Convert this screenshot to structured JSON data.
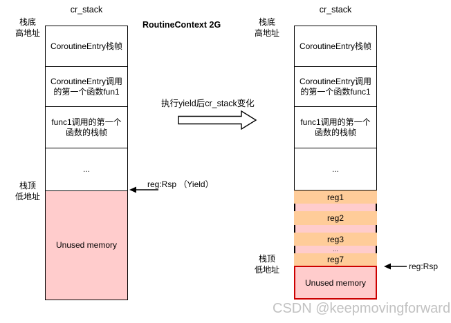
{
  "diagram_title": "RoutineContext 2G",
  "transition": {
    "label": "执行yield后cr_stack变化"
  },
  "left_stack": {
    "name": "cr_stack",
    "top_address_label": "栈底\n高地址",
    "bottom_address_label": "栈顶\n低地址",
    "cells": {
      "entry": "CoroutineEntry栈帧",
      "fun1": "CoroutineEntry调用的第一个函数fun1",
      "func1_callee": "func1调用的第一个函数的栈帧",
      "ellipsis": "...",
      "unused": "Unused memory"
    },
    "rsp_pointer": "reg:Rsp （Yield）"
  },
  "right_stack": {
    "name": "cr_stack",
    "top_address_label": "栈底\n高地址",
    "bottom_address_label": "栈顶\n低地址",
    "cells": {
      "entry": "CoroutineEntry栈帧",
      "func1": "CoroutineEntry调用的第一个函数func1",
      "func1_callee": "func1调用的第一个函数的栈帧",
      "ellipsis": "...",
      "unused": "Unused memory"
    },
    "registers": [
      "reg1",
      "reg2",
      "reg3",
      "reg7"
    ],
    "registers_ellipsis": "...",
    "rsp_pointer": "reg:Rsp"
  },
  "watermark": "CSDN @keepmovingforward",
  "colors": {
    "unused_fill": "#FFCCCC",
    "register_fill": "#FFCC99",
    "unused_border": "#CC0000",
    "watermark_gray": "#C2C2C2"
  }
}
